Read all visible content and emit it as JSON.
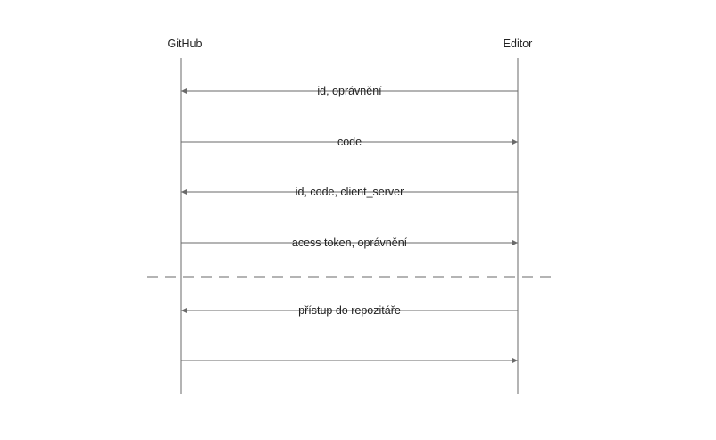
{
  "participants": {
    "left": "GitHub",
    "right": "Editor"
  },
  "messages": [
    {
      "label": "id, oprávnění",
      "direction": "to-left"
    },
    {
      "label": "code",
      "direction": "to-right"
    },
    {
      "label": "id, code, client_server",
      "direction": "to-left"
    },
    {
      "label": "acess token, oprávnění",
      "direction": "to-right"
    },
    {
      "label": "přístup do repozitáře",
      "direction": "to-left"
    },
    {
      "label": "",
      "direction": "to-right"
    }
  ],
  "separator": {
    "style": "dashed",
    "after_message": 4
  }
}
